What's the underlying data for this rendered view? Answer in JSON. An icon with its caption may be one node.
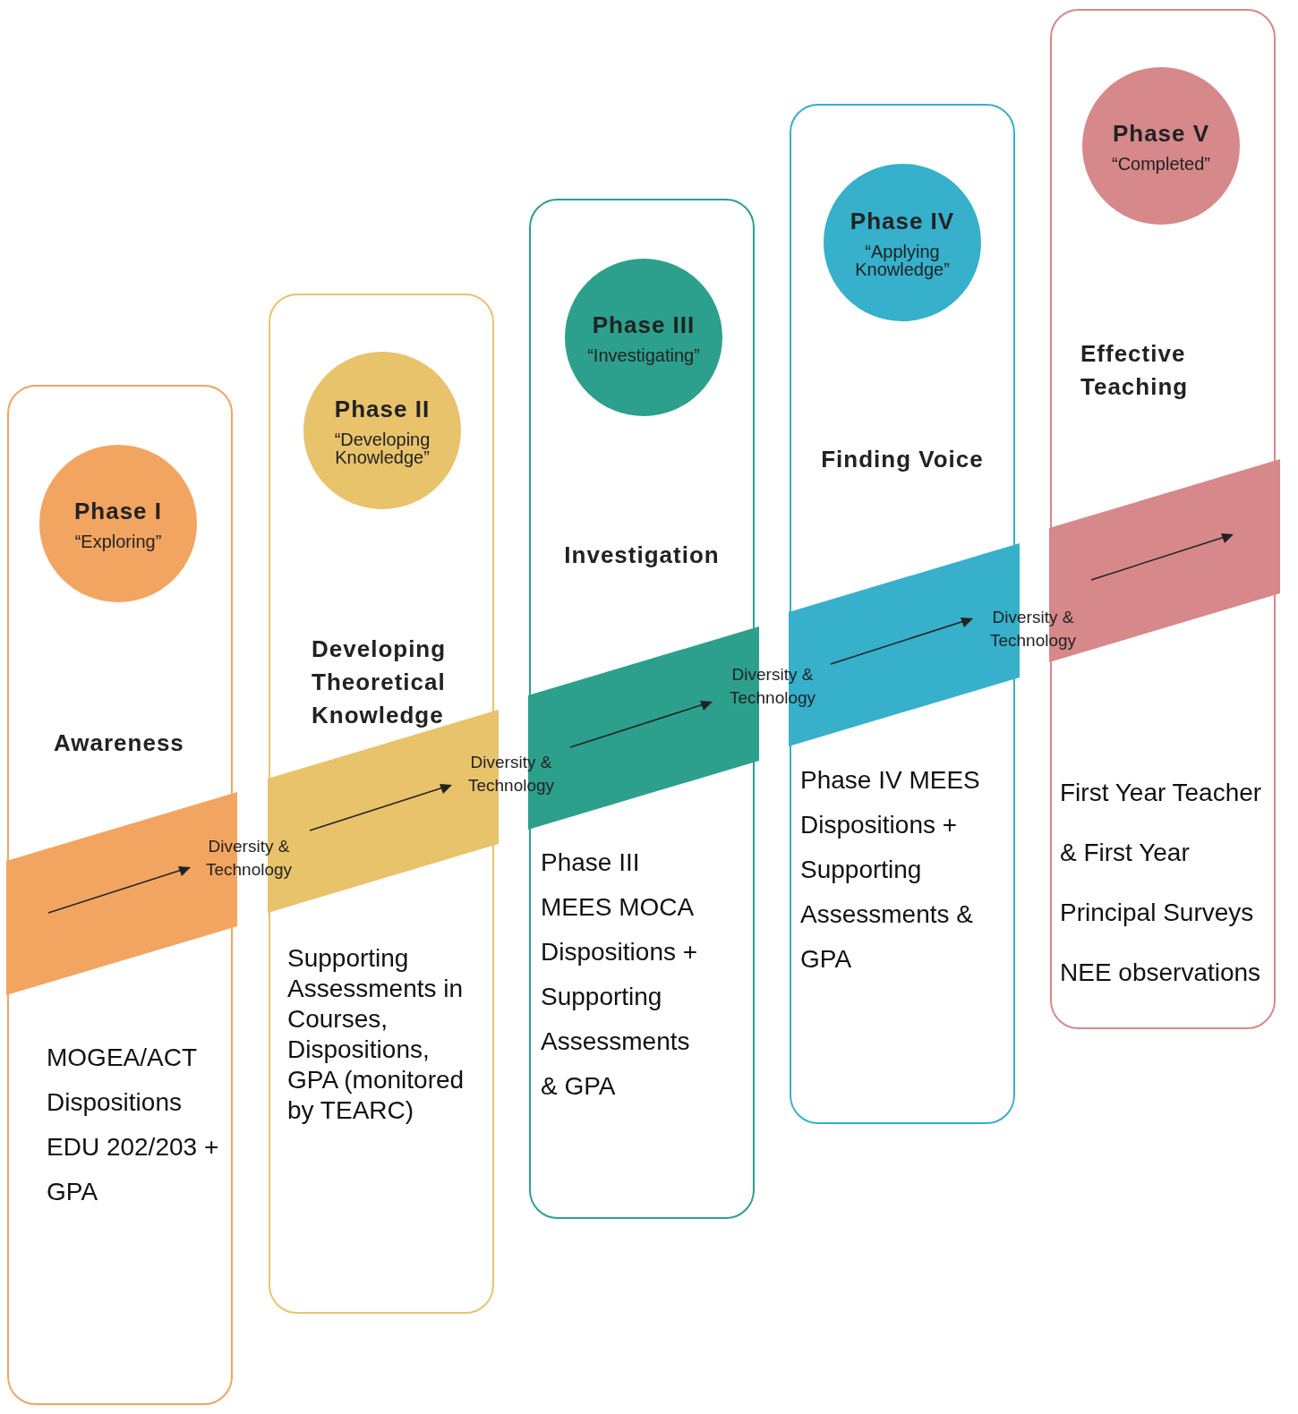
{
  "diagram": {
    "nodes": [
      {
        "text": [
          "Awareness",
          "MOGEA/ACT Dispositions EDU 202/203 + GPA"
        ]
      },
      {
        "text": [
          "Phase I",
          "“Exploring”"
        ],
        "in": 0
      },
      {
        "text": [
          "Developing Theoretical Knowledge",
          "Supporting Assessments in Courses, Dispositions, GPA (monitored by TEARC)"
        ]
      },
      {
        "text": [
          "Phase II",
          "“Developing Knowledge”"
        ],
        "in": 2
      },
      {
        "text": [
          "Investigation",
          "Phase III MEES MOCA Dispositions + Supporting Assessments & GPA"
        ]
      },
      {
        "text": [
          "Phase III",
          "“Investigating”"
        ],
        "in": 4
      },
      {
        "text": [
          "Finding Voice",
          "Phase IV MEES Dispositions + Supporting Assessments & GPA"
        ]
      },
      {
        "text": [
          "Phase IV",
          "“Applying Knowledge”"
        ],
        "in": 6
      },
      {
        "text": [
          "Effective Teaching",
          "First Year Teacher & First Year Principal Surveys NEE observations"
        ]
      },
      {
        "text": [
          "Phase V",
          "“Completed”"
        ],
        "in": 8
      }
    ],
    "labels": [
      "Diversity & Technology",
      "Diversity & Technology",
      "Diversity & Technology",
      "Diversity & Technology"
    ]
  }
}
